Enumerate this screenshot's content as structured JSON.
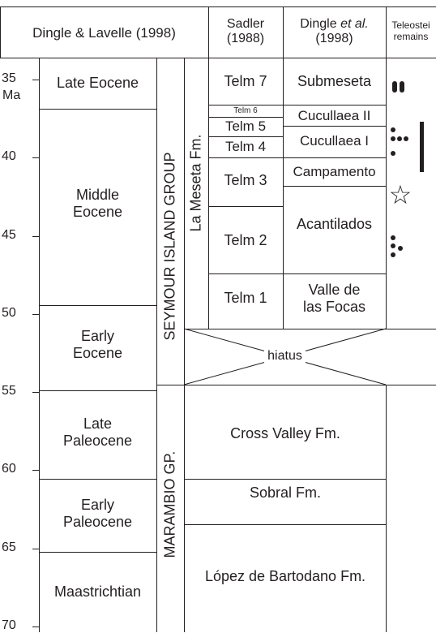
{
  "header": {
    "col1": "Dingle & Lavelle (1998)",
    "col2_line1": "Sadler",
    "col2_line2": "(1988)",
    "col3_line1": "Dingle",
    "col3_italic": "et al.",
    "col3_line2": "(1998)",
    "col4_line1": "Teleostei",
    "col4_line2": "remains"
  },
  "axis": {
    "ticks": [
      {
        "label": "35",
        "ma": 35
      },
      {
        "label": "40",
        "ma": 40
      },
      {
        "label": "45",
        "ma": 45
      },
      {
        "label": "50",
        "ma": 50
      },
      {
        "label": "55",
        "ma": 55
      },
      {
        "label": "60",
        "ma": 60
      },
      {
        "label": "65",
        "ma": 65
      },
      {
        "label": "70",
        "ma": 70
      }
    ],
    "unit": "Ma"
  },
  "epochs": [
    {
      "name": "Late Eocene"
    },
    {
      "line1": "Middle",
      "line2": "Eocene"
    },
    {
      "line1": "Early",
      "line2": "Eocene"
    },
    {
      "line1": "Late",
      "line2": "Paleocene"
    },
    {
      "line1": "Early",
      "line2": "Paleocene"
    },
    {
      "name": "Maastrichtian"
    }
  ],
  "groups": {
    "seymour": "SEYMOUR ISLAND GROUP",
    "la_meseta": "La Meseta Fm.",
    "marambio": "MARAMBIO GP."
  },
  "sadler_units": [
    "Telm 7",
    "Telm 6",
    "Telm 5",
    "Telm 4",
    "Telm 3",
    "Telm 2",
    "Telm 1"
  ],
  "dingle_units": {
    "submeseta": "Submeseta",
    "cucullaea2": "Cucullaea II",
    "cucullaea1": "Cucullaea I",
    "campamento": "Campamento",
    "acantilados": "Acantilados",
    "valle_line1": "Valle de",
    "valle_line2": "las Focas"
  },
  "formations": {
    "hiatus": "hiatus",
    "cross_valley": "Cross Valley Fm.",
    "sobral": "Sobral Fm.",
    "lopez": "López de Bartodano Fm."
  }
}
